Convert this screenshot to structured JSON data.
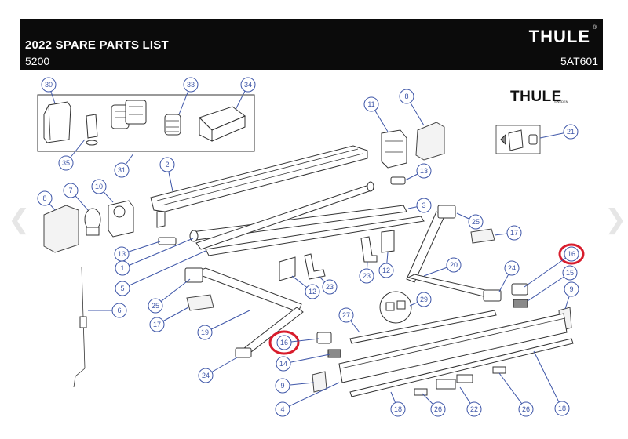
{
  "header": {
    "title": "2022 SPARE PARTS LIST",
    "model": "5200",
    "code": "5AT601",
    "logo": "THULE",
    "logo_reg": "®"
  },
  "secondary_logo": "THULE",
  "secondary_logo_sub": "SWEDEN",
  "nav": {
    "prev_icon": "chevron-left-icon",
    "next_icon": "chevron-right-icon",
    "prev_glyph": "❮",
    "next_glyph": "❯"
  },
  "colors": {
    "header_bg": "#0b0b0b",
    "callout": "#3e56a8",
    "highlight": "#d81c2c"
  },
  "callouts": [
    {
      "label": "30"
    },
    {
      "label": "33"
    },
    {
      "label": "34"
    },
    {
      "label": "35"
    },
    {
      "label": "31"
    },
    {
      "label": "11"
    },
    {
      "label": "8"
    },
    {
      "label": "13"
    },
    {
      "label": "21"
    },
    {
      "label": "2"
    },
    {
      "label": "8"
    },
    {
      "label": "7"
    },
    {
      "label": "10"
    },
    {
      "label": "3"
    },
    {
      "label": "25"
    },
    {
      "label": "17"
    },
    {
      "label": "13"
    },
    {
      "label": "1"
    },
    {
      "label": "5"
    },
    {
      "label": "23"
    },
    {
      "label": "12"
    },
    {
      "label": "16"
    },
    {
      "label": "20"
    },
    {
      "label": "24"
    },
    {
      "label": "15"
    },
    {
      "label": "12"
    },
    {
      "label": "23"
    },
    {
      "label": "25"
    },
    {
      "label": "6"
    },
    {
      "label": "17"
    },
    {
      "label": "29"
    },
    {
      "label": "9"
    },
    {
      "label": "19"
    },
    {
      "label": "27"
    },
    {
      "label": "16"
    },
    {
      "label": "14"
    },
    {
      "label": "24"
    },
    {
      "label": "9"
    },
    {
      "label": "4"
    },
    {
      "label": "18"
    },
    {
      "label": "26"
    },
    {
      "label": "22"
    },
    {
      "label": "26"
    },
    {
      "label": "18"
    }
  ]
}
